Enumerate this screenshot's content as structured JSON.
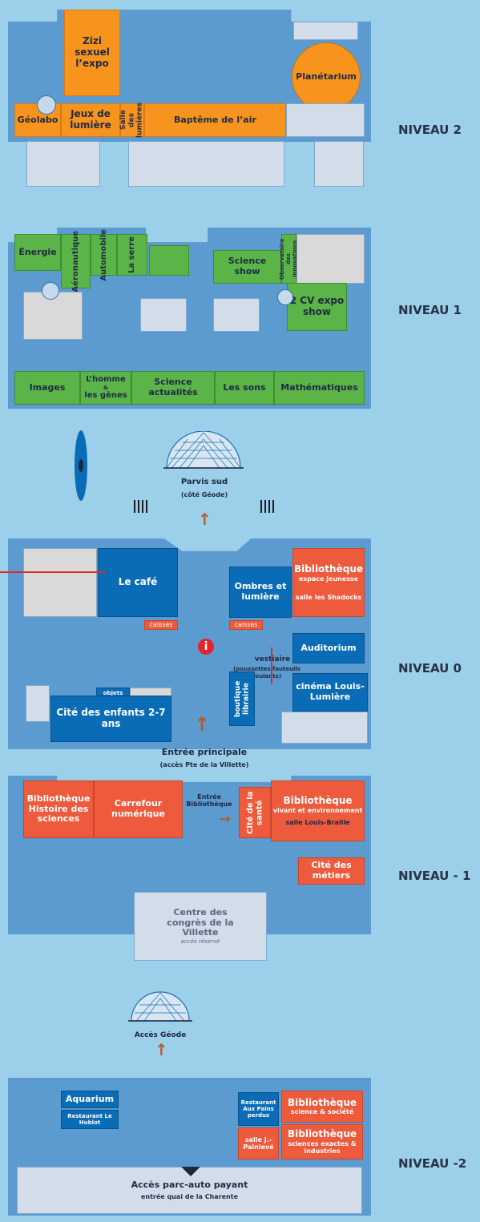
{
  "levels": {
    "n2": "NIVEAU 2",
    "n1": "NIVEAU 1",
    "n0": "NIVEAU 0",
    "nm1": "NIVEAU - 1",
    "nm2": "NIVEAU -2"
  },
  "n2": {
    "zizi": "Zizi sexuel l’expo",
    "planetarium": "Planétarium",
    "geolabo": "Géolabo",
    "jeux": "Jeux de lumière",
    "salle": "Salle des lumières",
    "bapteme": "Baptême de l’air"
  },
  "n1": {
    "energie": "Énergie",
    "aeronautique": "Aéronautique",
    "automobile": "Automobile",
    "serre": "La serre",
    "science_show": "Science show",
    "observatoire": "Observatoire des innovations",
    "cv": "2 CV expo show",
    "images": "Images",
    "homme_a": "L’homme",
    "homme_b": "&",
    "homme_c": "les gènes",
    "science_act": "Science actualités",
    "sons": "Les sons",
    "maths": "Mathématiques"
  },
  "n0": {
    "parvis": "Parvis sud",
    "cote_geode": "(côté Géode)",
    "cafe": "Le café",
    "caisses": "caisses",
    "ombres": "Ombres et lumière",
    "biblio_title": "Bibliothèque",
    "biblio_sub": "espace jeunesse",
    "shadocks": "salle les Shadocks",
    "auditorium": "Auditorium",
    "vestiaire": "vestiaire",
    "vestiaire_sub": "(poussettes fauteuils roulants)",
    "objets": "objets trouvés",
    "cite_enfants": "Cité des enfants 2-7 ans",
    "boutique": "boutique librairie",
    "cinema": "cinéma Louis-Lumière",
    "entree": "Entrée principale",
    "entree_sub": "(accès Pte de la Villette)"
  },
  "nm1": {
    "biblio_hist": "Bibliothèque Histoire des sciences",
    "carrefour": "Carrefour numérique",
    "entree_biblio": "Entrée Bibliothèque",
    "cite_sante": "Cité de la santé",
    "biblio_vivant_title": "Bibliothèque",
    "biblio_vivant_sub": "vivant et environnement",
    "louis_braille": "salle Louis-Braille",
    "cite_metiers": "Cité des métiers",
    "congres": "Centre des congrès de la Villette",
    "acces_reserve": "accès réservé"
  },
  "nm2": {
    "acces_geode": "Accès Géode",
    "aquarium": "Aquarium",
    "hublot": "Restaurant Le Hublot",
    "aux_pains": "Restaurant Aux Pains perdus",
    "painleve": "salle J.-Painlevé",
    "biblio_sci_title": "Bibliothèque",
    "biblio_sci_sub": "science & société",
    "biblio_ex_title": "Bibliothèque",
    "biblio_ex_sub": "sciences exactes & industries",
    "parc_auto": "Accès parc-auto payant",
    "quai": "entrée quai de la Charente"
  },
  "icons": {
    "info": "i"
  },
  "colors": {
    "background": "#9ccfe9",
    "plate": "#5b9bd0",
    "orange": "#f7941d",
    "green": "#5bb448",
    "red": "#ee5a3c",
    "blue": "#0a6cb6"
  }
}
